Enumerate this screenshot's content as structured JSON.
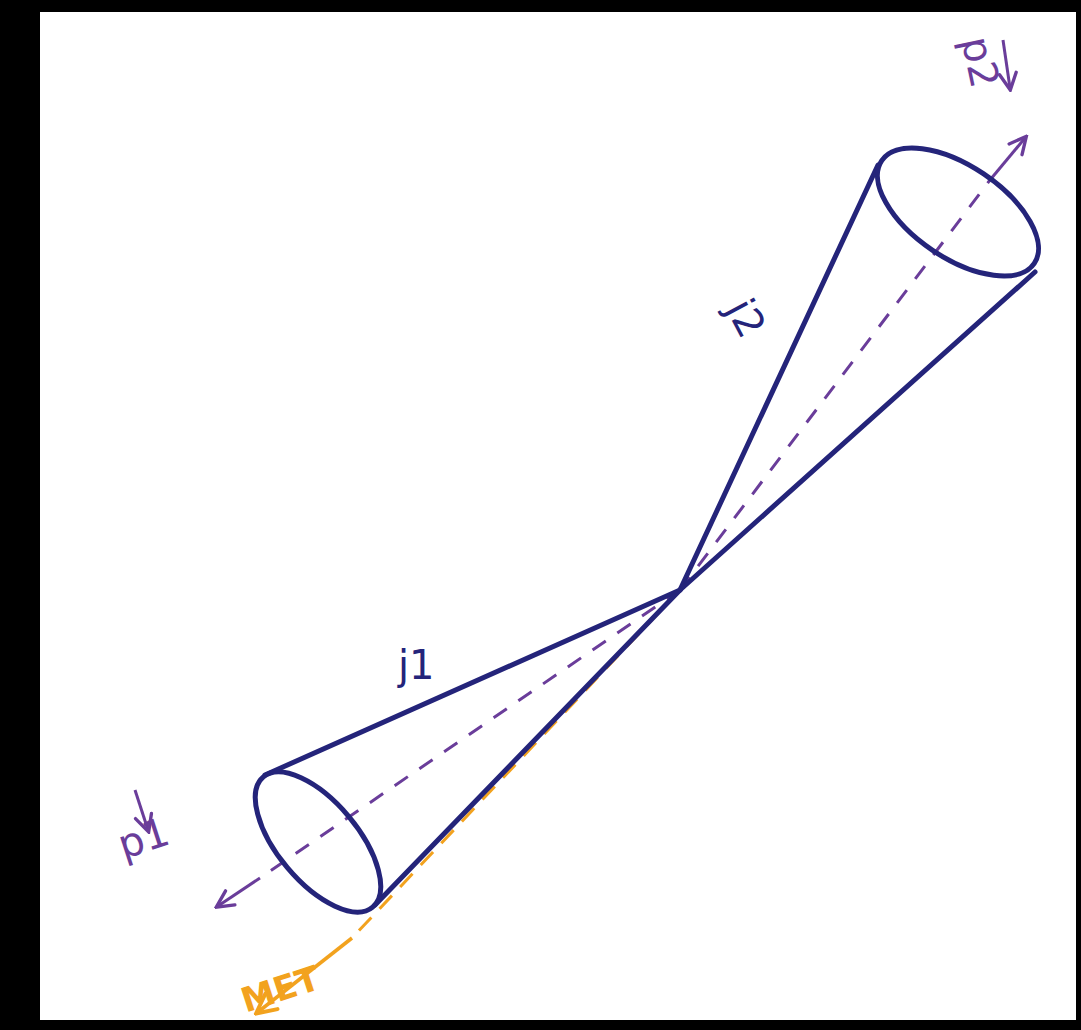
{
  "diagram": {
    "labels": [
      "p2",
      "j2",
      "j1",
      "p1",
      "MET"
    ]
  }
}
